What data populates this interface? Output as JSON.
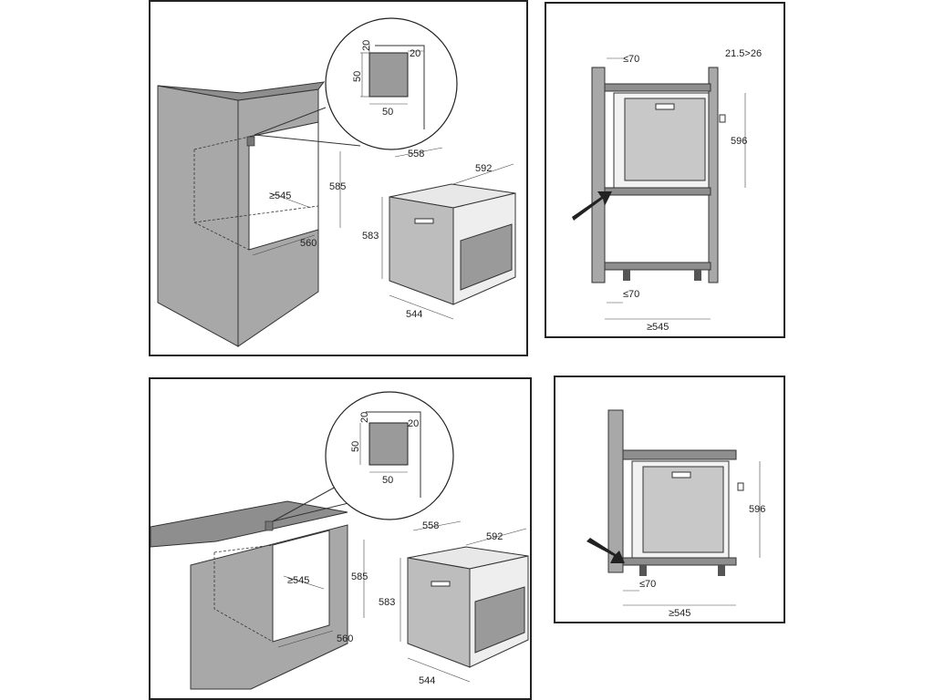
{
  "colors": {
    "wall": "#a8a8a8",
    "wall_dark": "#8e8e8e",
    "outline": "#222222",
    "oven_front": "#bdbdbd"
  },
  "panel1": {
    "inset": {
      "top_20": "20",
      "right_20": "20",
      "side_50": "50",
      "bottom_50": "50"
    },
    "cabinet": {
      "depth": "≥545",
      "height": "585",
      "width": "560"
    },
    "oven": {
      "depth": "558",
      "width": "592",
      "height": "583",
      "front_depth": "544"
    }
  },
  "panel2": {
    "gap_top": "≤70",
    "gap_right": "21.5>26",
    "height": "596",
    "gap_bottom": "≤70",
    "depth": "≥545",
    "arrow": "arrow-icon"
  },
  "panel3": {
    "inset": {
      "top_20": "20",
      "right_20": "20",
      "side_50": "50",
      "bottom_50": "50"
    },
    "cabinet": {
      "depth": "≥545",
      "height": "585",
      "width": "560"
    },
    "oven": {
      "depth": "558",
      "width": "592",
      "height": "583",
      "front_depth": "544"
    }
  },
  "panel4": {
    "height": "596",
    "gap_bottom": "≤70",
    "depth": "≥545",
    "arrow": "arrow-icon"
  }
}
